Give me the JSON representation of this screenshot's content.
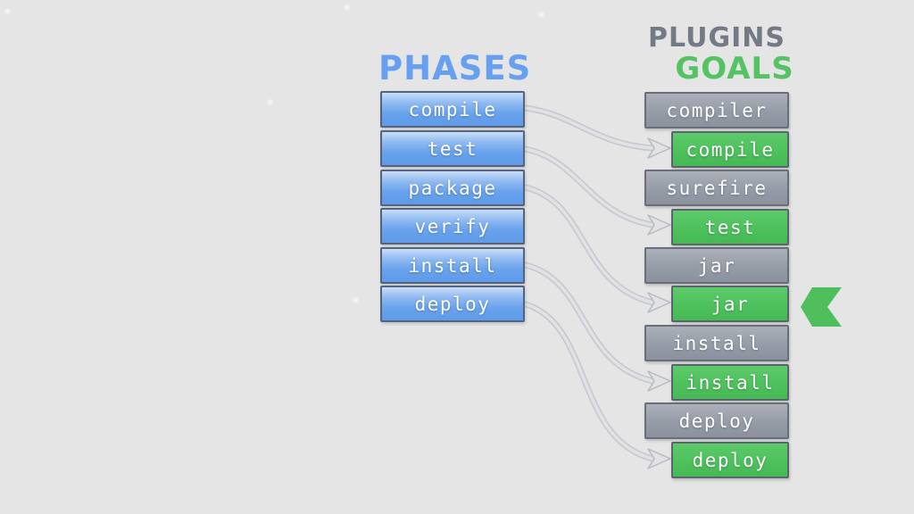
{
  "titles": {
    "phases": "PHASES",
    "plugins": "PLUGINS",
    "goals": "GOALS"
  },
  "phases": {
    "items": [
      {
        "label": "compile"
      },
      {
        "label": "test"
      },
      {
        "label": "package"
      },
      {
        "label": "verify"
      },
      {
        "label": "install"
      },
      {
        "label": "deploy"
      }
    ]
  },
  "plugins_goals": {
    "rows": [
      {
        "label": "compiler",
        "type": "plugin"
      },
      {
        "label": "compile",
        "type": "goal"
      },
      {
        "label": "surefire",
        "type": "plugin"
      },
      {
        "label": "test",
        "type": "goal"
      },
      {
        "label": "jar",
        "type": "plugin"
      },
      {
        "label": "jar",
        "type": "goal"
      },
      {
        "label": "install",
        "type": "plugin"
      },
      {
        "label": "install",
        "type": "goal"
      },
      {
        "label": "deploy",
        "type": "plugin"
      },
      {
        "label": "deploy",
        "type": "goal"
      }
    ]
  },
  "connections": [
    {
      "from_phase": "compile",
      "to_goal": "compile"
    },
    {
      "from_phase": "test",
      "to_goal": "test"
    },
    {
      "from_phase": "package",
      "to_goal": "jar"
    },
    {
      "from_phase": "install",
      "to_goal": "install"
    },
    {
      "from_phase": "deploy",
      "to_goal": "deploy"
    }
  ],
  "marker": {
    "type": "left-chevron",
    "points_to_goal": "jar",
    "color": "#4fbf5e"
  },
  "colors": {
    "background": "#e5e5e6",
    "phase_box_blue": "#68a2ec",
    "plugin_box_gray": "#969ca7",
    "goal_box_green": "#4ec15d",
    "title_blue": "#67a0f1",
    "title_gray": "#737a85",
    "title_green": "#55c263",
    "arrow_gray": "#c0c3c9",
    "box_text": "#ffffff"
  }
}
